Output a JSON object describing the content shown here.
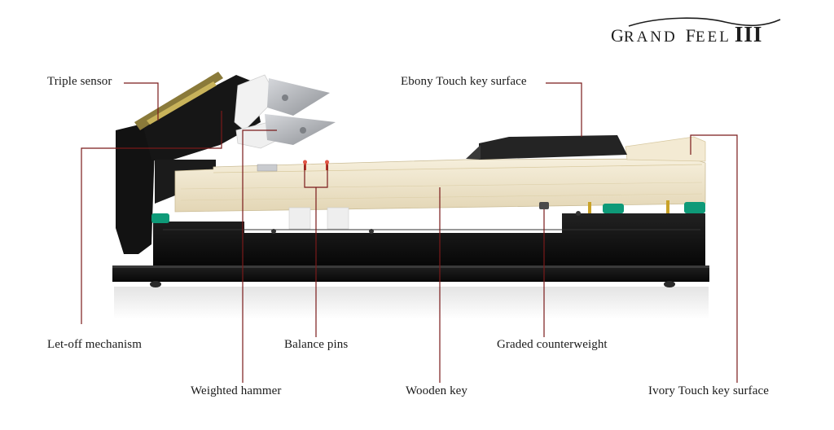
{
  "brand": {
    "name_g": "G",
    "name_rand": "RAND",
    "name_f": "F",
    "name_eel": "EEL",
    "version": "III"
  },
  "labels": {
    "triple_sensor": "Triple sensor",
    "ebony_touch": "Ebony Touch key surface",
    "let_off": "Let-off mechanism",
    "balance_pins": "Balance pins",
    "graded_counterweight": "Graded counterweight",
    "weighted_hammer": "Weighted hammer",
    "wooden_key": "Wooden key",
    "ivory_touch": "Ivory Touch key surface"
  },
  "colors": {
    "leader_line": "#7a1a1a",
    "chassis": "#141414",
    "wood": "#efe6cf",
    "felt_green": "#0e9a78",
    "ebony_top": "#262626",
    "metal": "#b9bcc0",
    "pin_red": "#c0392b"
  }
}
